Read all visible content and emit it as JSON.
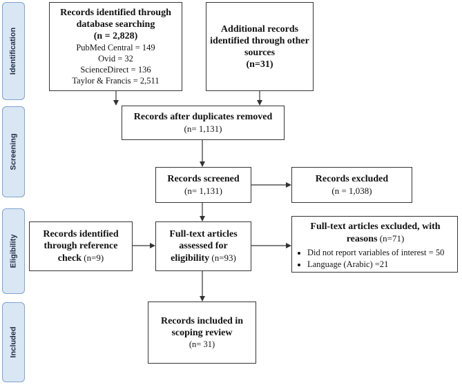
{
  "phases": {
    "identification": "Identification",
    "screening": "Screening",
    "eligibility": "Eligibility",
    "included": "Included"
  },
  "boxes": {
    "database": {
      "title_line1": "Records identified through",
      "title_line2": "database searching",
      "count": "(n = 2,828)",
      "sources": [
        "PubMed Central = 149",
        "Ovid = 32",
        "ScienceDirect = 136",
        "Taylor & Francis = 2,511"
      ]
    },
    "other_sources": {
      "title_line1": "Additional records",
      "title_line2": "identified through other",
      "title_line3": "sources",
      "count": "(n=31)"
    },
    "duplicates_removed": {
      "title": "Records after duplicates removed",
      "count": "(n= 1,131)"
    },
    "screened": {
      "title": "Records screened",
      "count": "(n= 1,131)"
    },
    "excluded": {
      "title": "Records excluded",
      "count": "(n = 1,038)"
    },
    "reference_check": {
      "title_line1": "Records identified",
      "title_line2": "through reference",
      "title_line3": "check",
      "count": "(n=9)"
    },
    "full_text": {
      "title_line1": "Full-text articles",
      "title_line2": "assessed for",
      "title_line3": "eligibility",
      "count": "(n=93)"
    },
    "full_text_excluded": {
      "title_line1": "Full-text articles excluded, with",
      "title_line2": "reasons",
      "count": "(n=71)",
      "reasons": [
        "Did not report variables of interest = 50",
        "Language (Arabic) =21"
      ]
    },
    "included": {
      "title_line1": "Records included in",
      "title_line2": "scoping review",
      "count": "(n= 31)"
    }
  }
}
